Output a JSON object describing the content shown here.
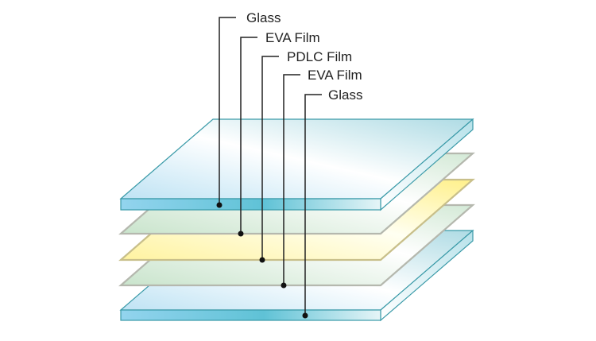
{
  "diagram": {
    "layers": [
      {
        "label": "Glass",
        "type": "glass",
        "color": "#cde9f5"
      },
      {
        "label": "EVA Film",
        "type": "film",
        "color": "#d3e9d6"
      },
      {
        "label": "PDLC Film",
        "type": "film",
        "color": "#fff3a0"
      },
      {
        "label": "EVA Film",
        "type": "film",
        "color": "#d3e9d6"
      },
      {
        "label": "Glass",
        "type": "glass",
        "color": "#cde9f5"
      }
    ],
    "edge_color": "#3a9aa8",
    "leader_color": "#222222"
  }
}
